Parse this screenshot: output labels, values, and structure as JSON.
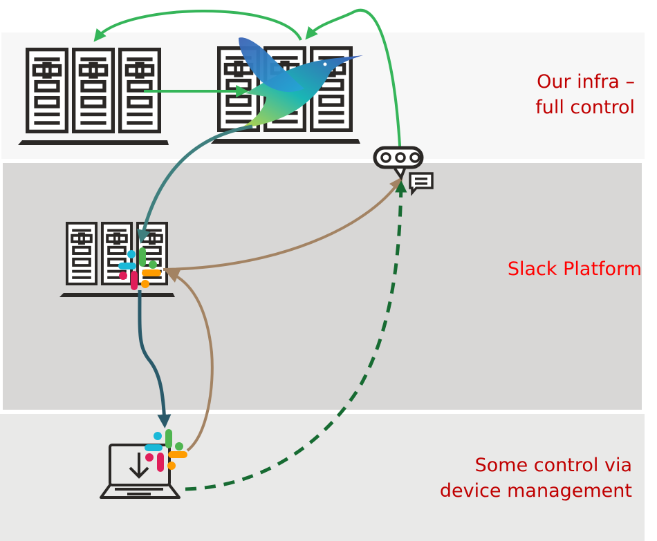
{
  "zones": {
    "top": {
      "label_line1": "Our infra –",
      "label_line2": "full control",
      "text_color": "#c00000",
      "bg": "#f7f7f7"
    },
    "middle": {
      "label_line1": "Slack Platform",
      "text_color": "#ff0000",
      "bg": "#d8d7d6"
    },
    "bottom": {
      "label_line1": "Some control via",
      "label_line2": "device management",
      "text_color": "#c00000",
      "bg": "#e9e9e8"
    }
  },
  "nodes": [
    {
      "id": "our-servers",
      "icon": "server-rack-icon",
      "zone": "top"
    },
    {
      "id": "hummingbird-servers",
      "icon": "server-rack-icon",
      "overlay": "hummingbird-logo",
      "zone": "top"
    },
    {
      "id": "chatbot",
      "icon": "chat-bubbles-icon",
      "zone": "top-boundary"
    },
    {
      "id": "slack-servers",
      "icon": "server-rack-icon",
      "overlay": "slack-logo",
      "zone": "middle"
    },
    {
      "id": "laptop",
      "icon": "laptop-download-icon",
      "overlay": "slack-logo",
      "zone": "bottom"
    }
  ],
  "edges": [
    {
      "from": "our-servers",
      "to": "hummingbird-servers",
      "style": "solid",
      "color": "#35b559"
    },
    {
      "from": "hummingbird-servers",
      "to": "our-servers",
      "style": "solid",
      "color": "#35b559"
    },
    {
      "from": "chatbot",
      "to": "hummingbird-servers",
      "style": "solid",
      "color": "#35b559"
    },
    {
      "from": "hummingbird-servers",
      "to": "slack-servers",
      "style": "solid",
      "color": "#3f7f7e"
    },
    {
      "from": "slack-servers",
      "to": "laptop",
      "style": "solid",
      "color": "#2a5a6a"
    },
    {
      "from": "laptop",
      "to": "slack-servers",
      "style": "solid",
      "color": "#a38363"
    },
    {
      "from": "slack-servers",
      "to": "chatbot",
      "style": "solid",
      "color": "#a38363"
    },
    {
      "from": "laptop",
      "to": "chatbot",
      "style": "dashed",
      "color": "#176b32"
    }
  ],
  "colors": {
    "icon_dark": "#2b2826",
    "slack_blue": "#1ab9d8",
    "slack_green": "#4fb550",
    "slack_red": "#e01e5a",
    "slack_yellow": "#ff9c00"
  }
}
